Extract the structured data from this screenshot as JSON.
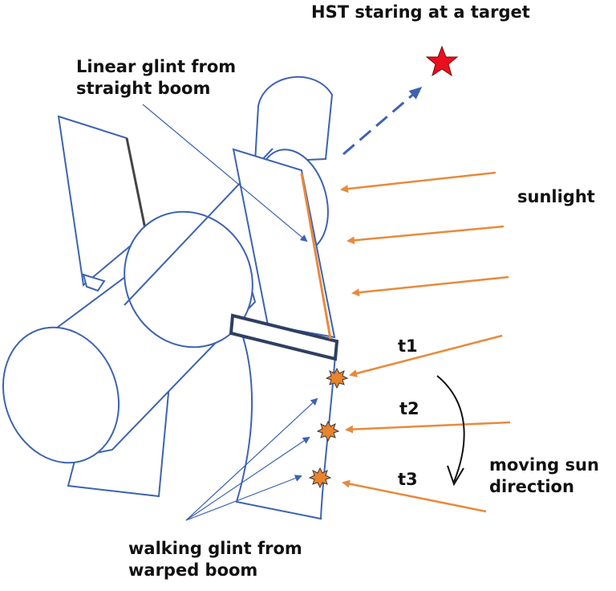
{
  "labels": {
    "target": "HST staring at a target",
    "linear_line1": "Linear glint from",
    "linear_line2": "straight boom",
    "sunlight": "sunlight",
    "t1": "t1",
    "t2": "t2",
    "t3": "t3",
    "moving_line1": "moving sun",
    "moving_line2": "direction",
    "walking_line1": "walking glint from",
    "walking_line2": "warped boom"
  },
  "colors": {
    "outline": "#3d63b0",
    "sun_rays": "#e88a3c",
    "star": "#e8101c",
    "glint": "#e8832e",
    "text": "#111111"
  }
}
